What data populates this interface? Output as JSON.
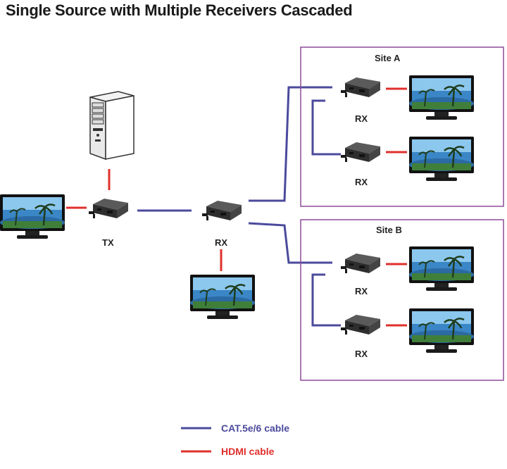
{
  "title": "Single Source with Multiple Receivers Cascaded",
  "labels": {
    "tx": "TX",
    "rx_main": "RX",
    "rx_a1": "RX",
    "rx_a2": "RX",
    "rx_b1": "RX",
    "rx_b2": "RX"
  },
  "sites": {
    "site_a": "Site A",
    "site_b": "Site B"
  },
  "legend": {
    "cat_label": "CAT.5e/6 cable",
    "hdmi_label": "HDMI cable"
  },
  "colors": {
    "cat_cable": "#4b4a9c",
    "hdmi_cable": "#e0302c",
    "site_box": "#8e4a9a",
    "cat_text": "#4b4a9c",
    "hdmi_text": "#e0302c"
  },
  "icons": {
    "source": "pc-tower-icon",
    "display": "tv-monitor-icon",
    "extender": "hdmi-extender-icon"
  }
}
